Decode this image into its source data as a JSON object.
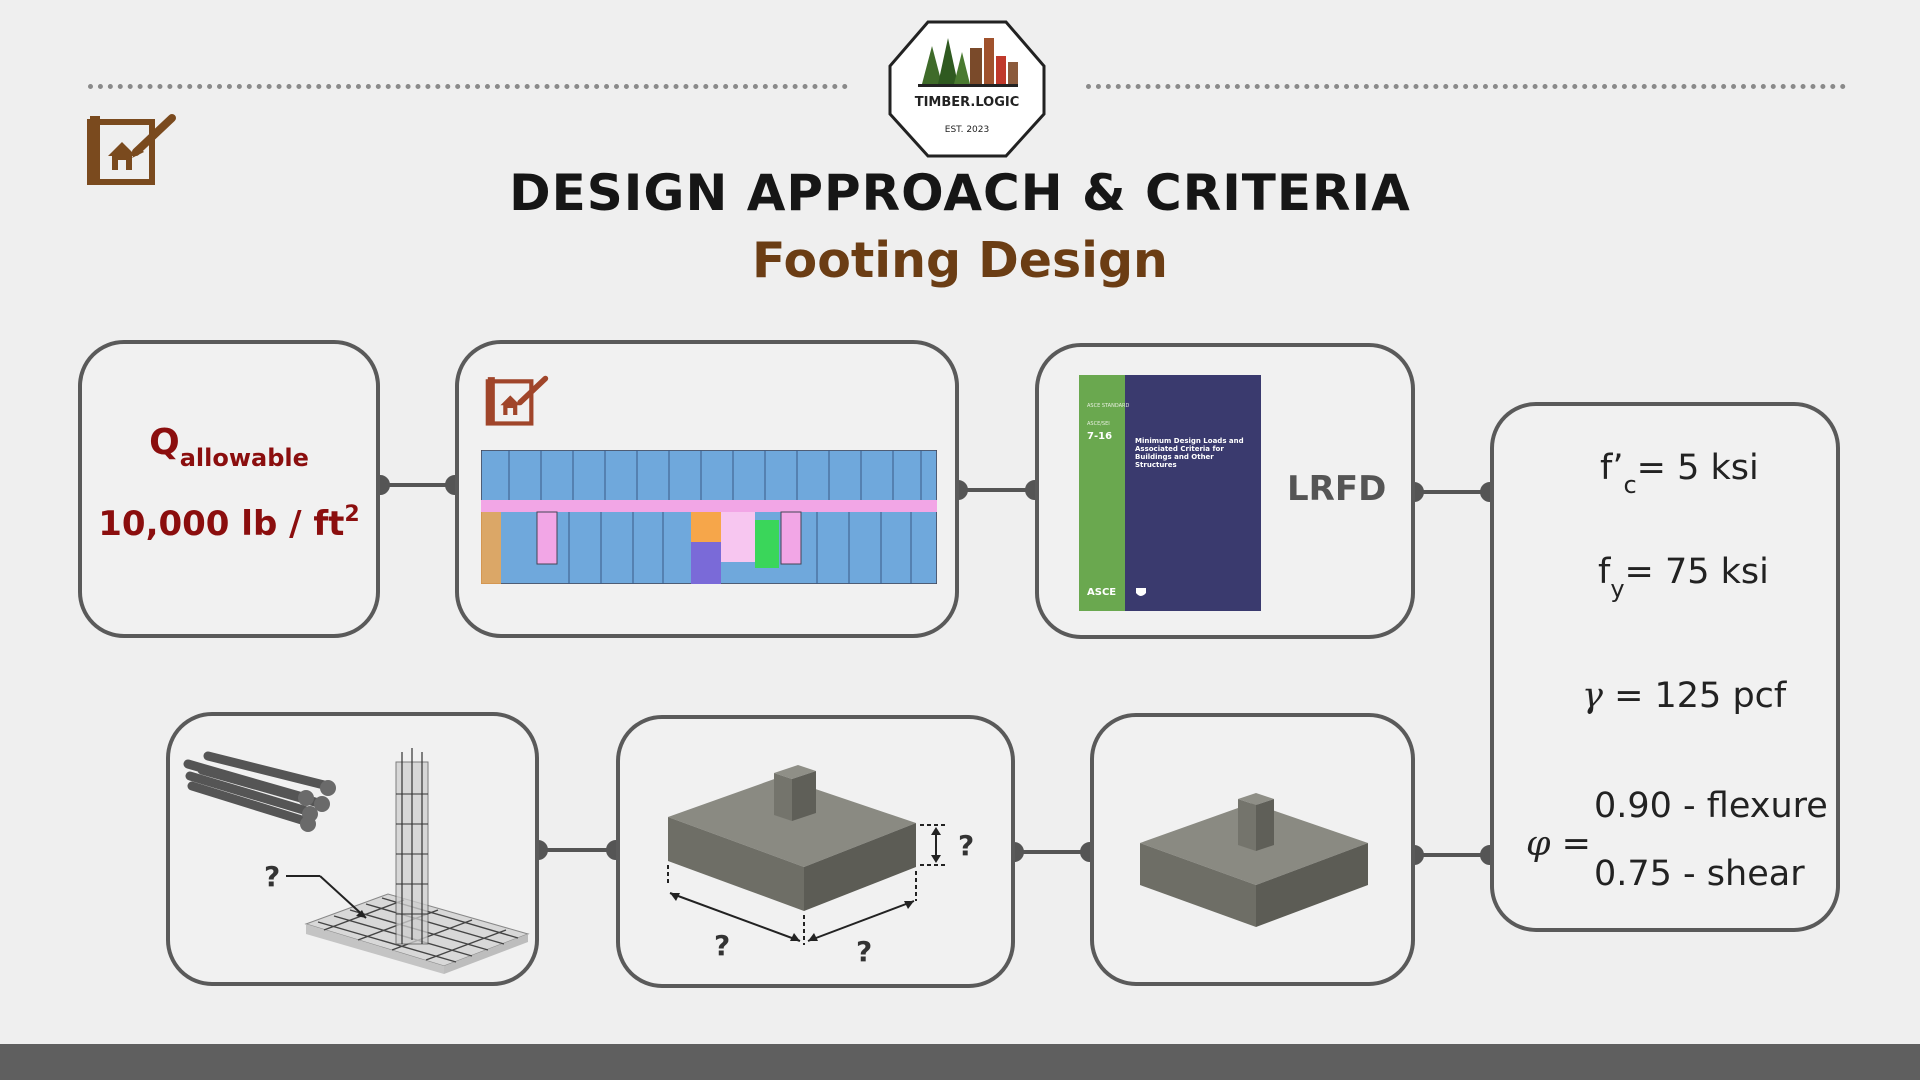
{
  "brand": {
    "name": "TIMBER.LOGIC",
    "est": "EST. 2023"
  },
  "header": {
    "title": "DESIGN APPROACH & CRITERIA",
    "subtitle": "Footing Design"
  },
  "soil": {
    "q_symbol": "Q",
    "q_subscript": "allowable",
    "value_text": "10,000 lb / ft",
    "value_exponent": "2"
  },
  "standard": {
    "series_label": "ASCE STANDARD",
    "number_label": "ASCE/SEI",
    "number": "7-16",
    "title": "Minimum Design Loads and Associated Criteria for Buildings and Other Structures",
    "publisher": "ASCE",
    "method": "LRFD"
  },
  "materials": {
    "fc": {
      "symbol": "f’",
      "subscript": "c",
      "value": "= 5 ksi"
    },
    "fy": {
      "symbol": "f",
      "subscript": "y",
      "value": "= 75 ksi"
    },
    "gamma": {
      "symbol": "γ",
      "value": "= 125 pcf"
    },
    "phi": {
      "symbol": "φ",
      "eq": "=",
      "flexure": "0.90 - flexure",
      "shear": "0.75 - shear"
    }
  },
  "unknown_mark": "?",
  "colors": {
    "accent_brown": "#6b3d14",
    "accent_red": "#8b0e0e",
    "box_border": "#5a5a5a",
    "cover_green": "#6aa84f",
    "cover_navy": "#3a3a6e"
  }
}
